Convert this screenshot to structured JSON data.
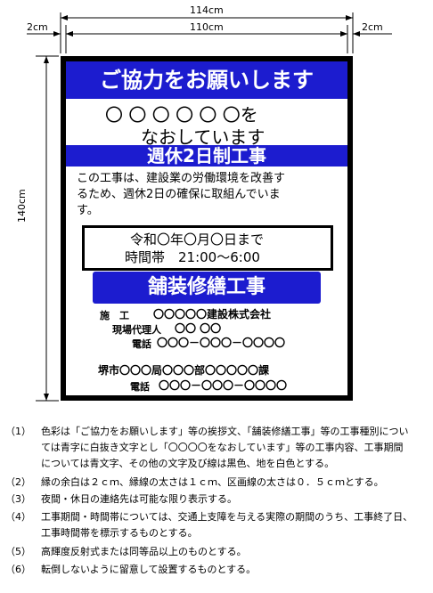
{
  "dimensions": {
    "total_width": "114cm",
    "inner_width": "110cm",
    "left_margin": "2cm",
    "right_margin": "2cm",
    "height": "140cm"
  },
  "sign": {
    "header": "ご協力をお願いします",
    "work_line1": "〇 〇 〇 〇 〇 〇をなおしています",
    "work_line1a": "〇 〇 〇 〇 〇 〇を",
    "work_line1b": "なおしています",
    "rest_band": "週休2日制工事",
    "desc_line1": "この工事は、建設業の労働環境を改善す",
    "desc_line2": "るため、週休2日の確保に取組んでいま",
    "desc_line3": "す。",
    "period_line1": "令和〇年〇月〇日まで",
    "period_line2": "時間帯　21:00～6:00",
    "work_type": "舗装修繕工事",
    "contractor_label": "施　工",
    "contractor_value": "〇〇〇〇〇建設株式会社",
    "agent_label": "現場代理人",
    "agent_value": "〇〇 〇〇",
    "phone_label": "電話",
    "phone_value": "〇〇〇－〇〇〇－〇〇〇〇",
    "city_dept": "堺市〇〇〇局〇〇〇部〇〇〇〇〇課",
    "city_phone_label": "電話",
    "city_phone_value": "〇〇〇－〇〇〇－〇〇〇〇"
  },
  "colors": {
    "blue": "#1c1ccf",
    "frame": "#000000",
    "background": "#ffffff"
  },
  "notes": [
    {
      "num": "（1）",
      "lines": [
        "色彩は「ご協力をお願いします」等の挨拶文、「舗装修繕工事」等の工事種別につい",
        "ては青字に白抜き文字とし「〇〇〇〇をなおしています」等の工事内容、工事期間",
        "については青文字、その他の文字及び線は黒色、地を白色とする。"
      ]
    },
    {
      "num": "（2）",
      "lines": [
        "縁の余白は２ｃｍ、縁線の太さは１ｃｍ、区画線の太さは０．５ｃｍとする。"
      ]
    },
    {
      "num": "（3）",
      "lines": [
        "夜間・休日の連絡先は可能な限り表示する。"
      ]
    },
    {
      "num": "（4）",
      "lines": [
        "工事期間・時間帯については、交通上支障を与える実際の期間のうち、工事終了日、",
        "工事時間帯を標示するものとする。"
      ]
    },
    {
      "num": "（5）",
      "lines": [
        "高輝度反射式または同等品以上のものとする。"
      ]
    },
    {
      "num": "（6）",
      "lines": [
        "転倒しないように留意して設置するものとする。"
      ]
    }
  ]
}
